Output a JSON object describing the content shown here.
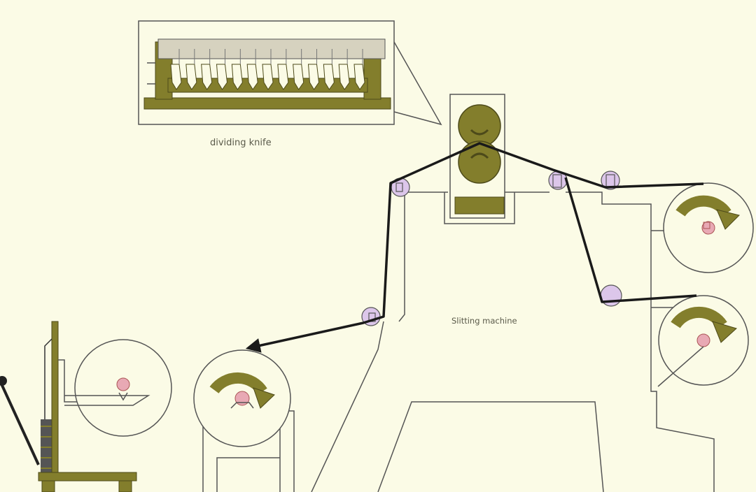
{
  "labels": {
    "dividing_knife": "dividing knife",
    "slitting_machine": "Slitting machine"
  },
  "colors": {
    "background": "#fbfbe6",
    "outline": "#444444",
    "olive": "#837e2c",
    "idler_roller": "#dcc6ea",
    "core": "#e8a9b4",
    "web": "#1a1a1a"
  },
  "components": {
    "unwind_rolls": 2,
    "rewind_rolls": 2,
    "idler_rollers": 5,
    "knife_blades": 13
  }
}
